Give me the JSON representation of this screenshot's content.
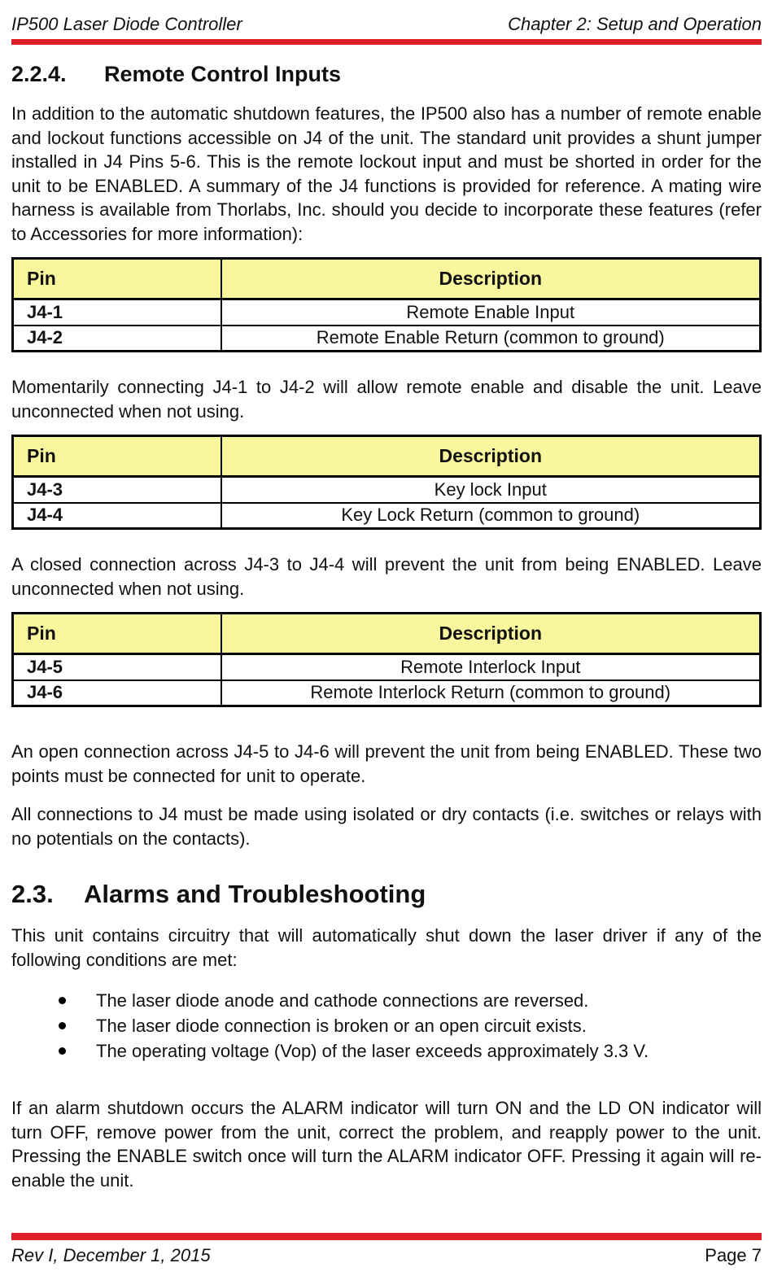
{
  "colors": {
    "rule": "#DD2027",
    "table_header_bg": "#F8F79E"
  },
  "header": {
    "left": "IP500 Laser Diode Controller",
    "right": "Chapter 2: Setup and Operation"
  },
  "footer": {
    "left": "Rev I, December 1, 2015",
    "right": "Page 7"
  },
  "section_remote": {
    "number": "2.2.4.",
    "title": "Remote Control Inputs",
    "intro": "In addition to the automatic shutdown features, the IP500 also has a number of remote enable and lockout functions accessible on J4 of the unit. The standard unit provides a shunt jumper installed in J4 Pins 5-6. This is the remote lockout input and must be shorted in order for the unit to be ENABLED. A summary of the J4 functions is provided for reference. A mating wire harness is available from Thorlabs, Inc. should you decide to incorporate these features (refer to Accessories for more information):",
    "after_table_1": "Momentarily connecting J4-1 to J4-2 will allow remote enable and disable the unit. Leave unconnected when not using.",
    "after_table_2": "A closed connection across J4-3 to J4-4 will prevent the unit from being ENABLED. Leave unconnected when not using.",
    "after_table_3a": "An open connection across J4-5 to J4-6 will prevent the unit from being ENABLED. These two points must be connected for unit to operate.",
    "after_table_3b": "All connections to J4 must be made using isolated or dry contacts (i.e. switches or relays with no potentials on the contacts)."
  },
  "tables": [
    {
      "columns": [
        "Pin",
        "Description"
      ],
      "rows": [
        [
          "J4-1",
          "Remote Enable Input"
        ],
        [
          "J4-2",
          "Remote Enable Return (common to ground)"
        ]
      ]
    },
    {
      "columns": [
        "Pin",
        "Description"
      ],
      "rows": [
        [
          "J4-3",
          "Key lock Input"
        ],
        [
          "J4-4",
          "Key Lock Return  (common to ground)"
        ]
      ]
    },
    {
      "columns": [
        "Pin",
        "Description"
      ],
      "rows": [
        [
          "J4-5",
          "Remote Interlock Input"
        ],
        [
          "J4-6",
          "Remote Interlock Return (common to ground)"
        ]
      ]
    }
  ],
  "section_alarms": {
    "number": "2.3.",
    "title": "Alarms and Troubleshooting",
    "intro": "This unit contains circuitry that will automatically shut down the laser driver if any of the following conditions are met:",
    "bullets": [
      "The laser diode anode and cathode connections are reversed.",
      "The laser diode connection is broken or an open circuit exists.",
      "The operating voltage (Vop) of the laser exceeds approximately 3.3 V."
    ],
    "outro": "If an alarm shutdown occurs the ALARM indicator will turn ON and the LD ON indicator will turn OFF, remove power from the unit, correct the problem, and reapply power to the unit. Pressing the ENABLE switch once will turn the ALARM indicator OFF. Pressing it again will re-enable the unit."
  }
}
